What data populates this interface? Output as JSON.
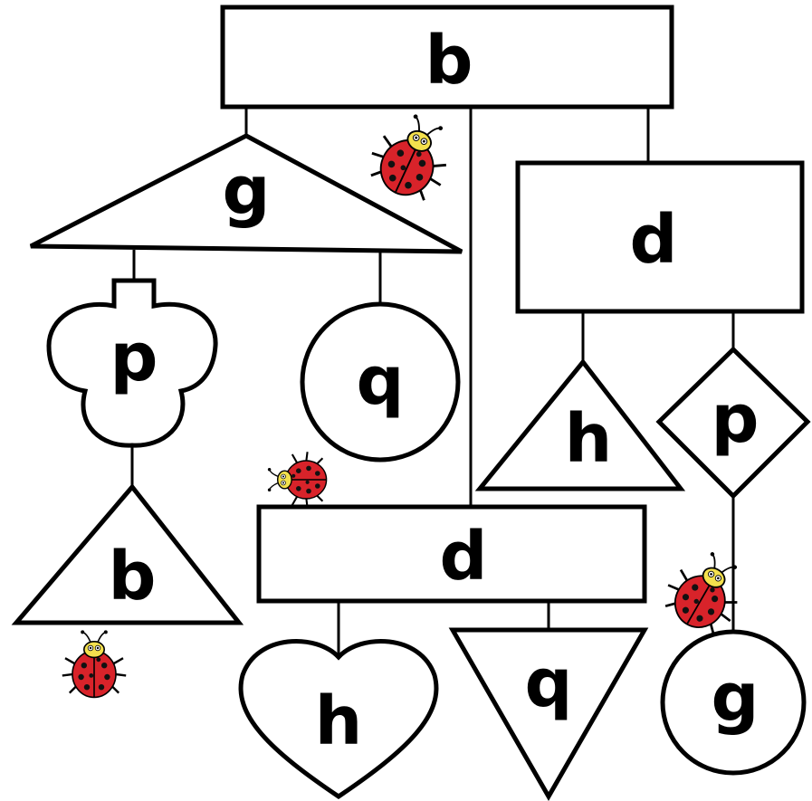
{
  "colors": {
    "stroke": "#000000",
    "background": "#ffffff",
    "ladybug_shell": "#d8232a",
    "ladybug_spots": "#111111",
    "ladybug_face": "#f4e04d"
  },
  "shapes": {
    "top_rect": "b",
    "big_triangle": "g",
    "right_rect": "d",
    "cloud": "p",
    "circle_q": "q",
    "triangle_h": "h",
    "diamond_p": "p",
    "triangle_b": "b",
    "middle_rect": "d",
    "heart": "h",
    "down_triangle": "q",
    "circle_g": "g"
  },
  "decorations": {
    "ladybug_count": 4,
    "icon": "ladybug-icon"
  }
}
